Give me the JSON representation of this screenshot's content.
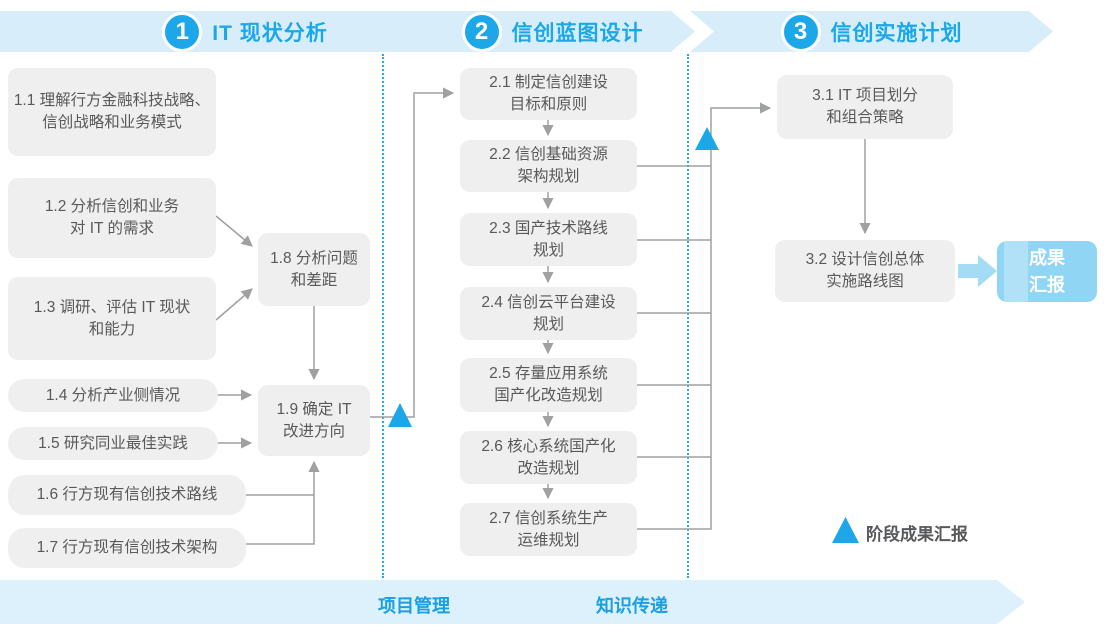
{
  "colors": {
    "accent": "#1CA7E9",
    "band_bg": "#D7EEFA",
    "box_bg": "#EFEFEF",
    "box_text": "#595959",
    "line_gray": "#9FA0A2",
    "result_bg": "#90D5F4",
    "footer_bg": "#DCF1FB"
  },
  "phases": [
    {
      "num": "1",
      "title": "IT 现状分析"
    },
    {
      "num": "2",
      "title": "信创蓝图设计"
    },
    {
      "num": "3",
      "title": "信创实施计划"
    }
  ],
  "stage1": {
    "b11": "1.1 理解行方金融科技战略、\n信创战略和业务模式",
    "b12": "1.2 分析信创和业务\n对 IT 的需求",
    "b13": "1.3 调研、评估 IT 现状\n和能力",
    "b14": "1.4 分析产业侧情况",
    "b15": "1.5 研究同业最佳实践",
    "b16": "1.6 行方现有信创技术路线",
    "b17": "1.7 行方现有信创技术架构",
    "b18": "1.8 分析问题\n和差距",
    "b19": "1.9 确定 IT\n改进方向"
  },
  "stage2": {
    "b21": "2.1 制定信创建设\n目标和原则",
    "b22": "2.2 信创基础资源\n架构规划",
    "b23": "2.3 国产技术路线\n规划",
    "b24": "2.4 信创云平台建设\n规划",
    "b25": "2.5 存量应用系统\n国产化改造规划",
    "b26": "2.6 核心系统国产化\n改造规划",
    "b27": "2.7 信创系统生产\n运维规划"
  },
  "stage3": {
    "b31": "3.1 IT 项目划分\n和组合策略",
    "b32": "3.2 设计信创总体\n实施路线图"
  },
  "result_box": "成果\n汇报",
  "legend": {
    "label": "阶段成果汇报"
  },
  "footer": {
    "project": "项目管理",
    "knowledge": "知识传递"
  }
}
